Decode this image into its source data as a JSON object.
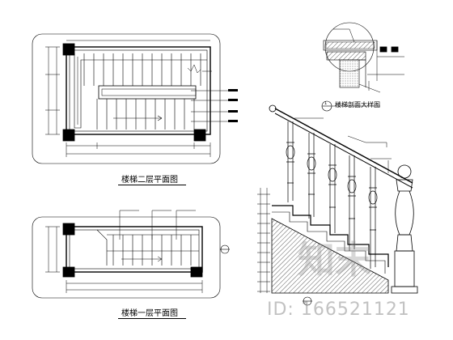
{
  "titles": {
    "plan_second_floor": "楼梯二层平面图",
    "plan_first_floor": "楼梯一层平面图",
    "section_detail": "楼梯剖面大样图"
  },
  "detail_marker": "1",
  "watermark": {
    "logo_text": "知末",
    "id_text": "ID: 166521121"
  },
  "colors": {
    "line": "#000000",
    "hatch": "#555555",
    "watermark": "#8c8c8c"
  }
}
